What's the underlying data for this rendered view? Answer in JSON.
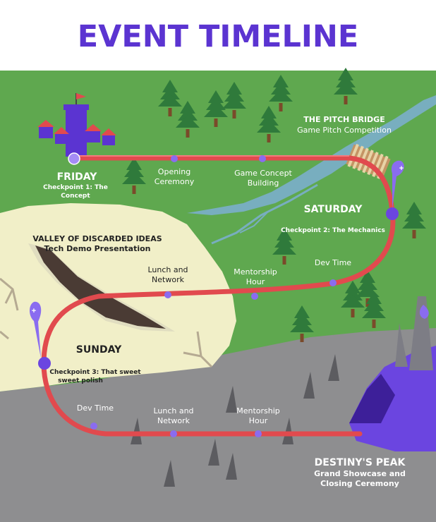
{
  "title": "EVENT TIMELINE",
  "colors": {
    "title": "#5b34d1",
    "grass": "#5fa84f",
    "sand": "#f1efc8",
    "rock": "#8e8e90",
    "river": "#78aebf",
    "path": "#e14a4e",
    "node": "#8a6cf0",
    "peak": "#6b45e0",
    "tree": "#2f7a3b"
  },
  "landmarks": {
    "pitch_bridge": {
      "name": "THE PITCH BRIDGE",
      "subtitle": "Game Pitch Competition"
    },
    "valley": {
      "name": "VALLEY OF DISCARDED IDEAS",
      "subtitle": "Tech Demo Presentation"
    },
    "peak": {
      "name": "DESTINY'S PEAK",
      "subtitle_line1": "Grand Showcase and",
      "subtitle_line2": "Closing Ceremony"
    }
  },
  "days": {
    "friday": {
      "label": "FRIDAY",
      "checkpoint_line1": "Checkpoint 1: The",
      "checkpoint_line2": "Concept"
    },
    "saturday": {
      "label": "SATURDAY",
      "checkpoint": "Checkpoint 2: The Mechanics"
    },
    "sunday": {
      "label": "SUNDAY",
      "checkpoint_line1": "Checkpoint 3: That sweet",
      "checkpoint_line2": "sweet polish"
    }
  },
  "stops": {
    "opening": {
      "line1": "Opening",
      "line2": "Ceremony"
    },
    "concept": {
      "line1": "Game Concept",
      "line2": "Building"
    },
    "sat_devtime": {
      "line1": "Dev Time"
    },
    "sat_mentor": {
      "line1": "Mentorship",
      "line2": "Hour"
    },
    "sat_lunch": {
      "line1": "Lunch and",
      "line2": "Network"
    },
    "sun_devtime": {
      "line1": "Dev Time"
    },
    "sun_lunch": {
      "line1": "Lunch and",
      "line2": "Network"
    },
    "sun_mentor": {
      "line1": "Mentorship",
      "line2": "Hour"
    }
  }
}
